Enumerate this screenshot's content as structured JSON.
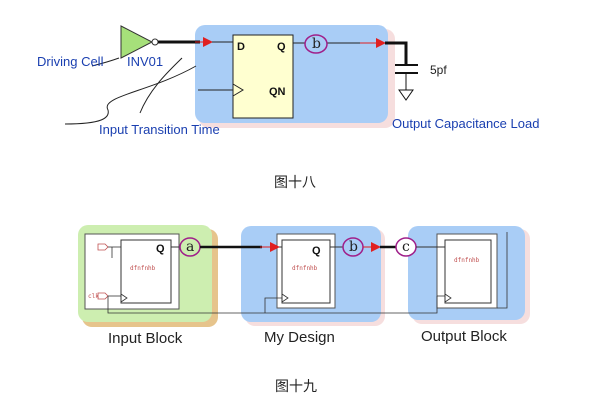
{
  "figure18": {
    "driving_cell_label": "Driving Cell",
    "inv_label": "INV01",
    "pin_d": "D",
    "pin_q": "Q",
    "pin_qn": "QN",
    "marker_b": "b",
    "cap_value": "5pf",
    "input_transition_label": "Input Transition Time",
    "output_cap_label": "Output Capacitance Load",
    "caption": "图十八"
  },
  "figure19": {
    "marker_a": "a",
    "marker_b": "b",
    "marker_c": "c",
    "ff_q": "Q",
    "ff_text": "dfnfnhb",
    "clk_text": "clk",
    "input_block_label": "Input Block",
    "my_design_label": "My Design",
    "output_block_label": "Output Block",
    "caption": "图十九"
  },
  "colors": {
    "block_blue": "#a9cdf6",
    "block_green": "#cdeeb0",
    "flipflop_yellow": "#ffffd0",
    "arrow_red": "#e02020",
    "marker_purple": "#a0208a",
    "text_blue": "#1a3fb0",
    "inverter_green": "#a6e07a"
  }
}
